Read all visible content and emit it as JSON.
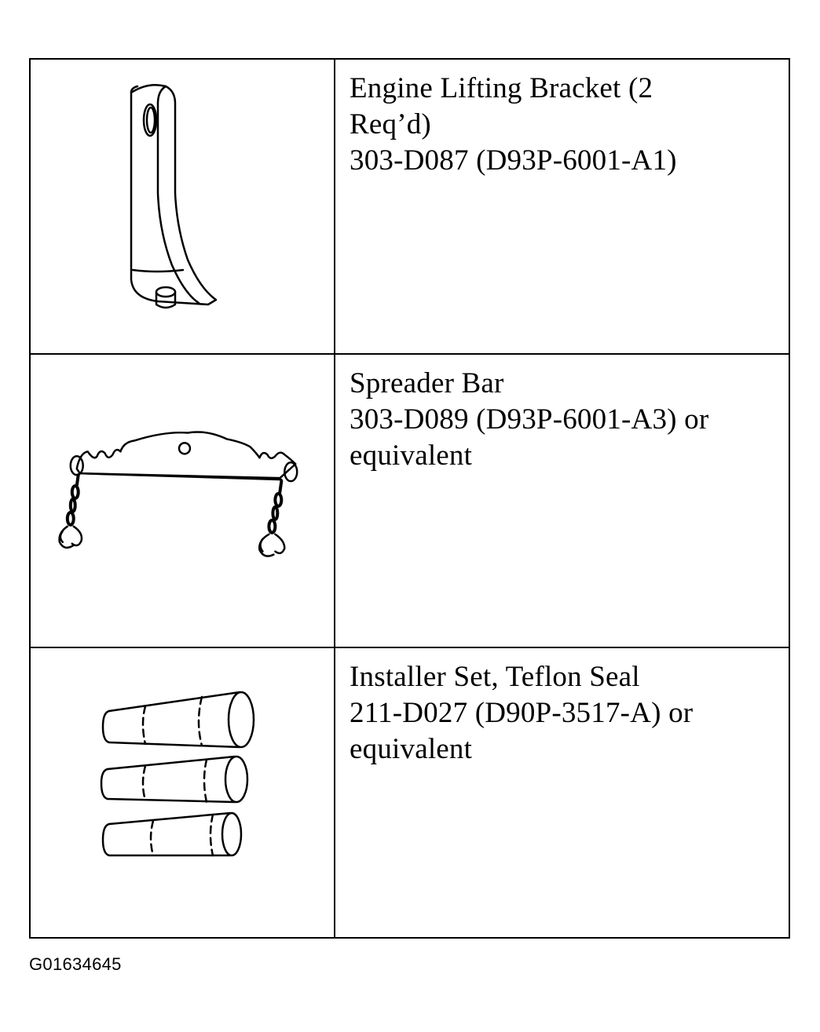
{
  "tools": [
    {
      "illustration": "engine-lifting-bracket",
      "lines": [
        "Engine Lifting Bracket (2",
        "Req’d)",
        "303-D087 (D93P-6001-A1)"
      ]
    },
    {
      "illustration": "spreader-bar",
      "lines": [
        "Spreader Bar",
        "303-D089 (D93P-6001-A3) or",
        "equivalent"
      ]
    },
    {
      "illustration": "teflon-seal-installer-set",
      "lines": [
        "Installer Set, Teflon Seal",
        "211-D027 (D90P-3517-A) or",
        "equivalent"
      ]
    }
  ],
  "figure_id": "G01634645"
}
